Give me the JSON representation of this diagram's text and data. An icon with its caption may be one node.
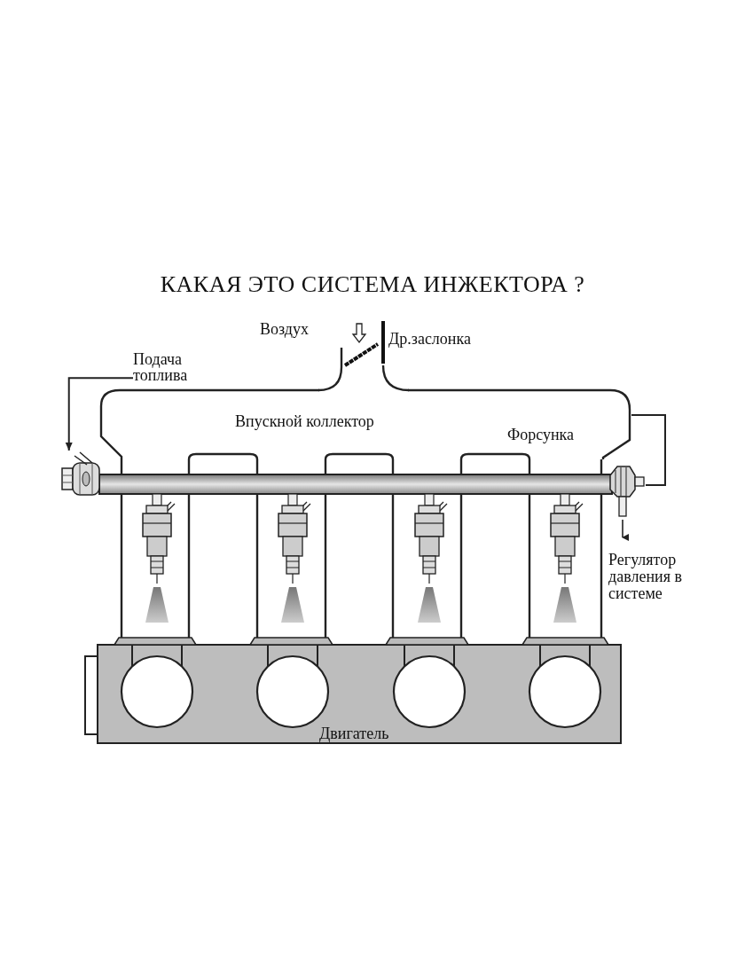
{
  "diagram": {
    "title": "КАКАЯ ЭТО СИСТЕМА ИНЖЕКТОРА ?",
    "nodes": [
      {
        "text": [
          "Подача топлива"
        ]
      },
      {
        "text": [],
        "shape": "picture"
      },
      {
        "text": [
          "Впускной коллектор"
        ]
      },
      {
        "text": [],
        "shape": "picture"
      },
      {
        "text": [
          "Двигатель"
        ]
      }
    ],
    "edges": [
      {
        "from": 0,
        "to": 1,
        "arrow": "to"
      },
      {
        "from": 2,
        "to": 3,
        "arrow": "none"
      }
    ],
    "labels": [
      "Воздух",
      "Др.заслонка",
      "Форсунка",
      "Регулятор давления в системе"
    ]
  }
}
